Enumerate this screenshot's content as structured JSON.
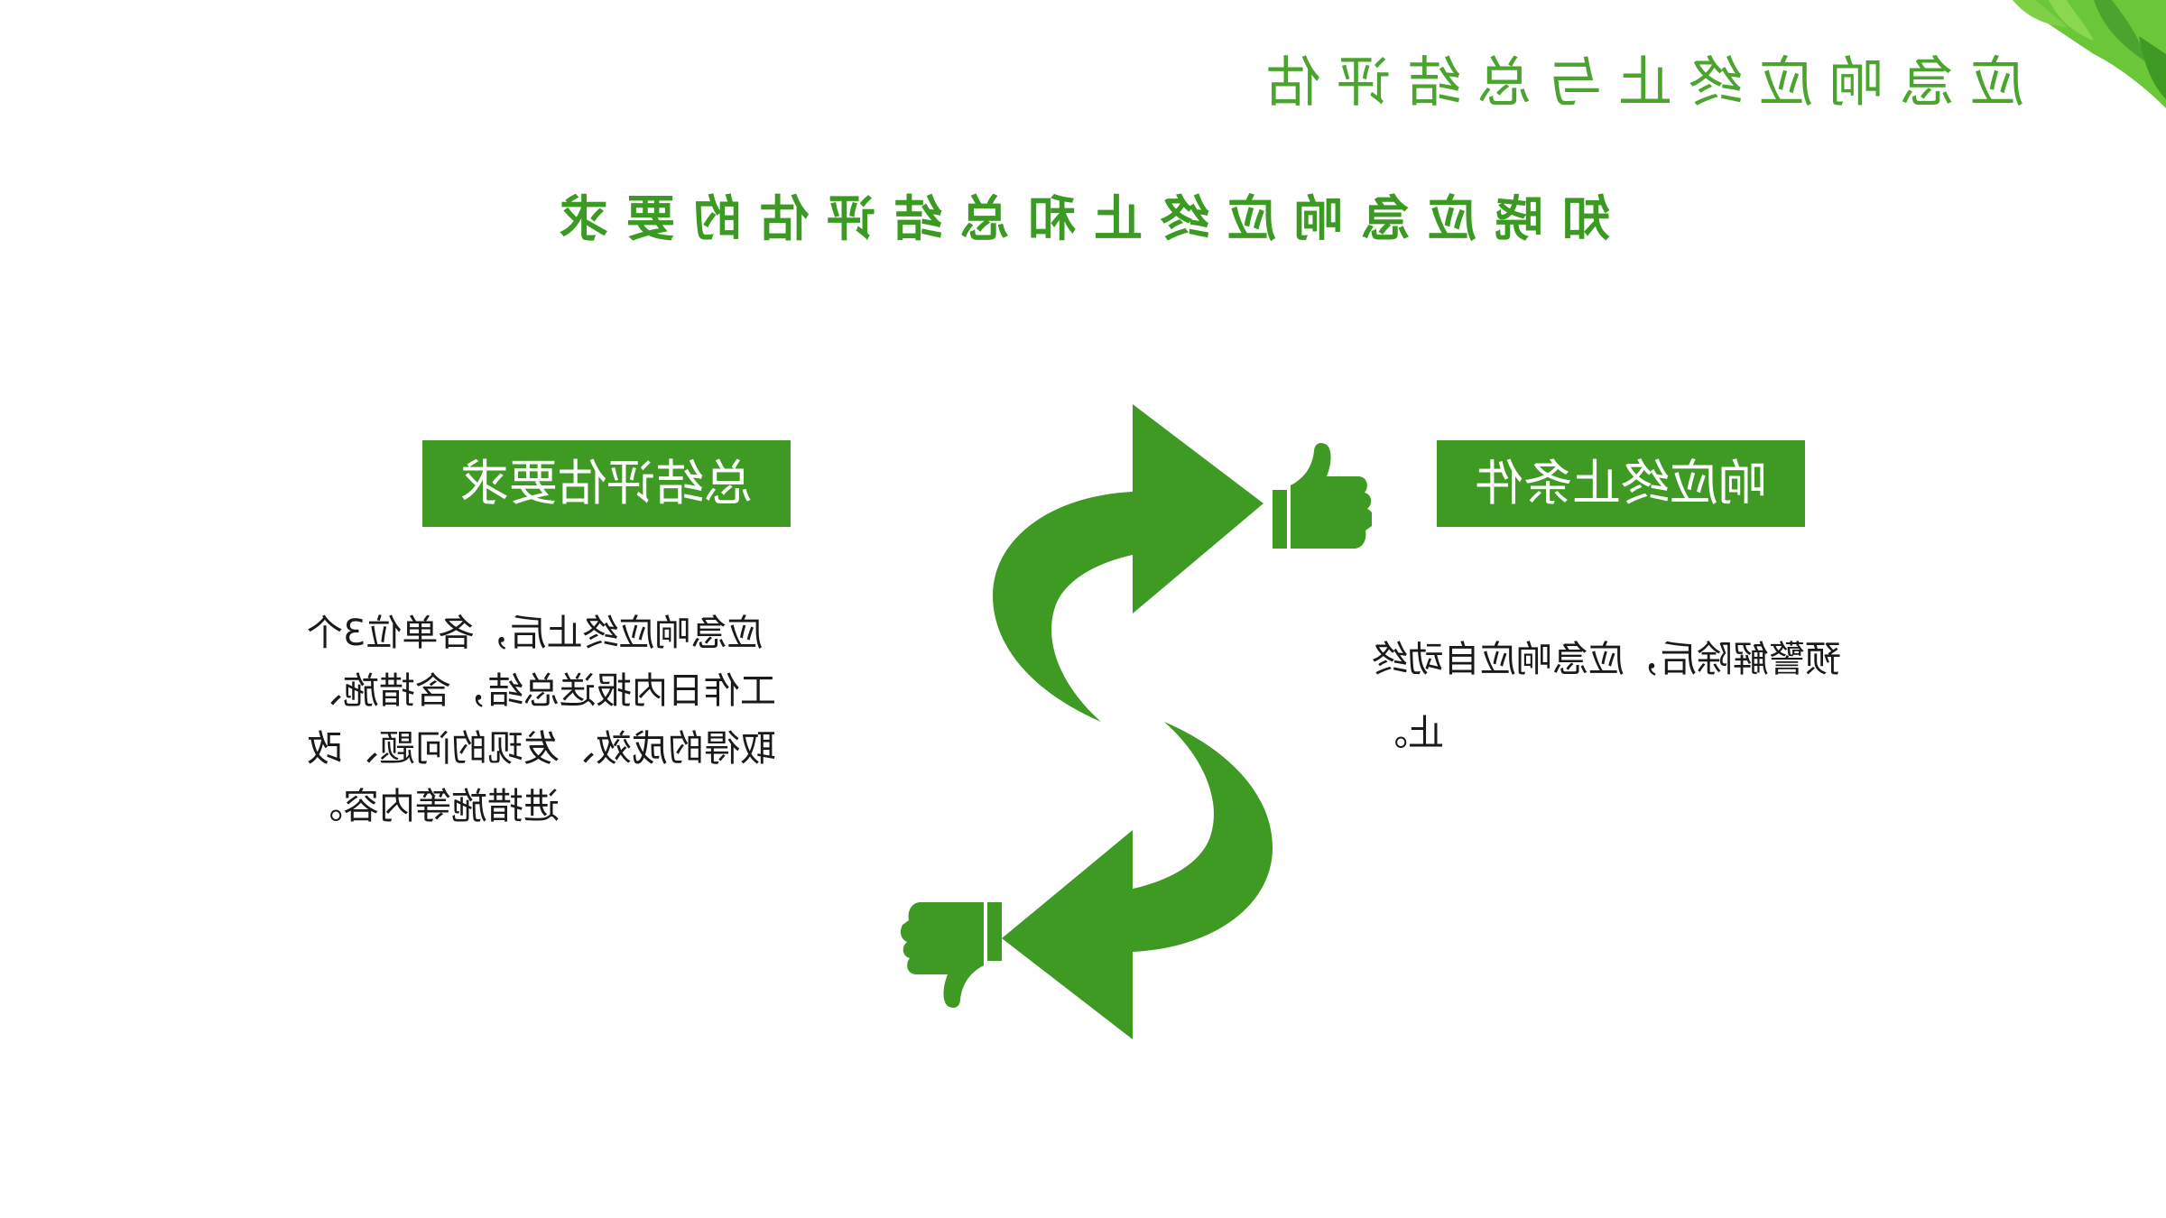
{
  "slide": {
    "title": "应急响应终止与总结评估",
    "subtitle": "知晓应急响应终止和总结评估的要求",
    "left_label": "总结评估要求",
    "right_label": "响应终止条件",
    "left_text_lines": [
      "应急响应终止后，各单位3个",
      "工作日内报送总结，含措施、",
      "取得的成效、发现的问题、改",
      "进措施等内容。"
    ],
    "right_text_lines": [
      "预警解除后，应急响应自动终",
      "止。"
    ]
  },
  "colors": {
    "accent": "#3f9a24",
    "title": "#4aa42e",
    "text": "#1a1a1a"
  },
  "icons": {
    "thumbs_up": "thumbs-up-icon",
    "thumbs_down": "thumbs-down-icon",
    "s_arrow": "s-curve-arrow-icon",
    "leaves": "leaves-decoration"
  }
}
